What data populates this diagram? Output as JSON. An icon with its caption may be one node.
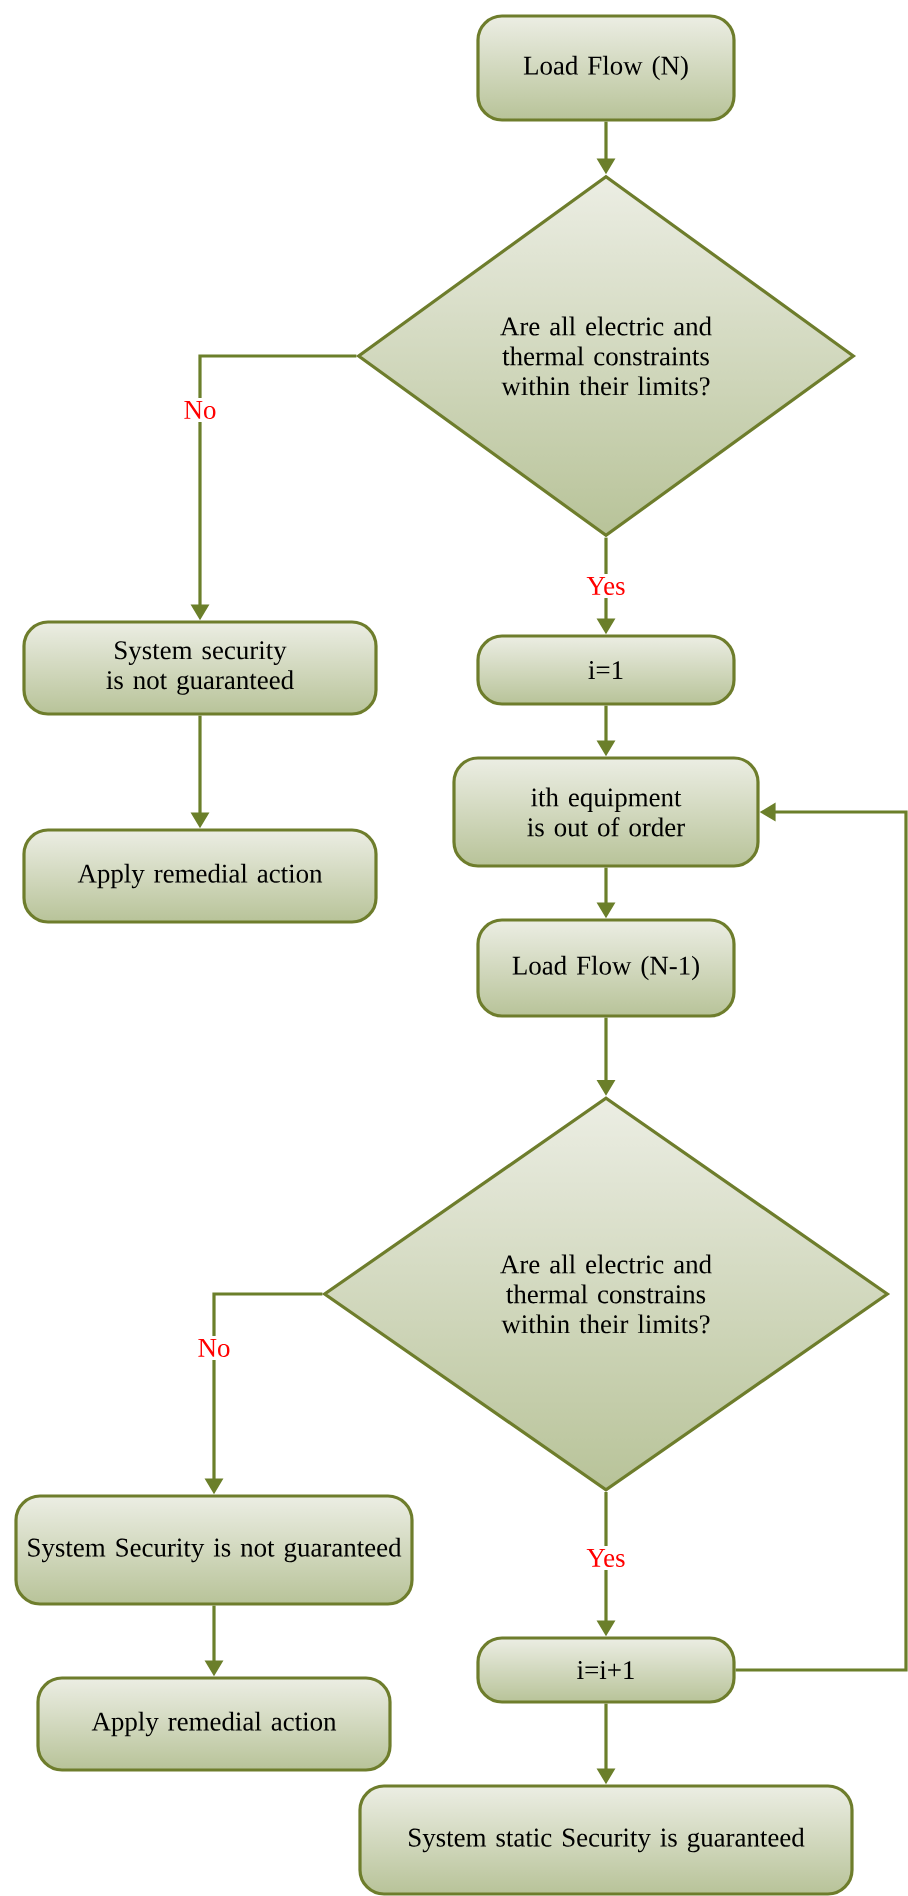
{
  "diagram": {
    "nodes": [
      {
        "text": [
          "Load Flow (N)"
        ]
      },
      {
        "text": [
          "Are all electric and thermal constraints within their limits?"
        ]
      },
      {
        "text": [
          "System security is not guaranteed"
        ]
      },
      {
        "text": [
          "Apply remedial action"
        ]
      },
      {
        "text": [
          "i=1"
        ]
      },
      {
        "text": [
          "ith equipment is out of order"
        ]
      },
      {
        "text": [
          "Load Flow (N-1)"
        ]
      },
      {
        "text": [
          "Are all electric and thermal constrains within their limits?"
        ]
      },
      {
        "text": [
          "System Security is not guaranteed"
        ]
      },
      {
        "text": [
          "Apply remedial action"
        ]
      },
      {
        "text": [
          "i=i+1"
        ]
      },
      {
        "text": [
          "System static Security is guaranteed"
        ]
      }
    ],
    "edges": [
      {
        "from": 0,
        "to": 1,
        "arrow": "to"
      },
      {
        "from": 1,
        "to": 2,
        "arrow": "to",
        "label": "No"
      },
      {
        "from": 2,
        "to": 3,
        "arrow": "to"
      },
      {
        "from": 1,
        "to": 4,
        "arrow": "to",
        "label": "Yes"
      },
      {
        "from": 4,
        "to": 5,
        "arrow": "to"
      },
      {
        "from": 5,
        "to": 6,
        "arrow": "to"
      },
      {
        "from": 6,
        "to": 7,
        "arrow": "to"
      },
      {
        "from": 7,
        "to": 8,
        "arrow": "to",
        "label": "No"
      },
      {
        "from": 8,
        "to": 9,
        "arrow": "to"
      },
      {
        "from": 7,
        "to": 10,
        "arrow": "to",
        "label": "Yes"
      },
      {
        "from": 10,
        "to": 11,
        "arrow": "to"
      },
      {
        "from": 10,
        "to": 5,
        "arrow": "to"
      }
    ]
  }
}
